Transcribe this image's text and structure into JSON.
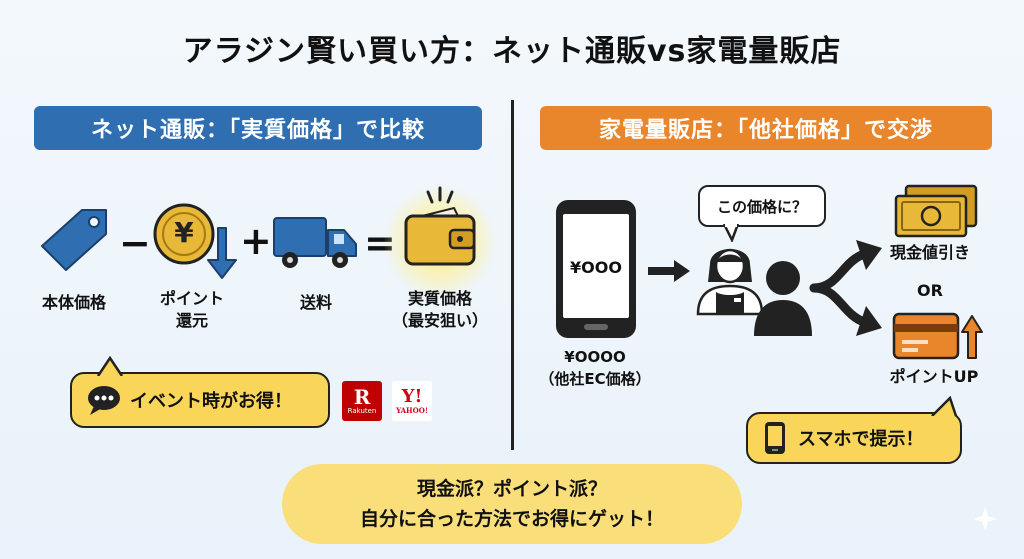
{
  "title": "アラジン賢い買い方：ネット通販vs家電量販店",
  "left": {
    "banner": "ネット通販：「実質価格」で比較",
    "formula": {
      "item1": "本体価格",
      "op1": "−",
      "item2_line1": "ポイント",
      "item2_line2": "還元",
      "coin_symbol": "¥",
      "op2": "+",
      "item3": "送料",
      "op3": "=",
      "result_line1": "実質価格",
      "result_line2": "（最安狙い）"
    },
    "bubble": "イベント時がお得！",
    "brands": {
      "rakuten_mark": "R",
      "rakuten_text": "Rakuten",
      "yahoo_mark": "Y!",
      "yahoo_text": "YAHOO!"
    }
  },
  "right": {
    "banner": "家電量販店：「他社価格」で交渉",
    "phone_price": "¥OOO",
    "phone_label_line1": "¥OOOO",
    "phone_label_line2": "（他社EC価格）",
    "speech": "この価格に？",
    "option1": "現金値引き",
    "or": "OR",
    "option2": "ポイントUP",
    "bubble": "スマホで提示！"
  },
  "bottom": {
    "line1": "現金派？ポイント派？",
    "line2": "自分に合った方法でお得にゲット！"
  },
  "colors": {
    "blue": "#2f6fb1",
    "orange": "#e9852b",
    "yellow": "#f9d65a",
    "gold": "#e8b838"
  }
}
